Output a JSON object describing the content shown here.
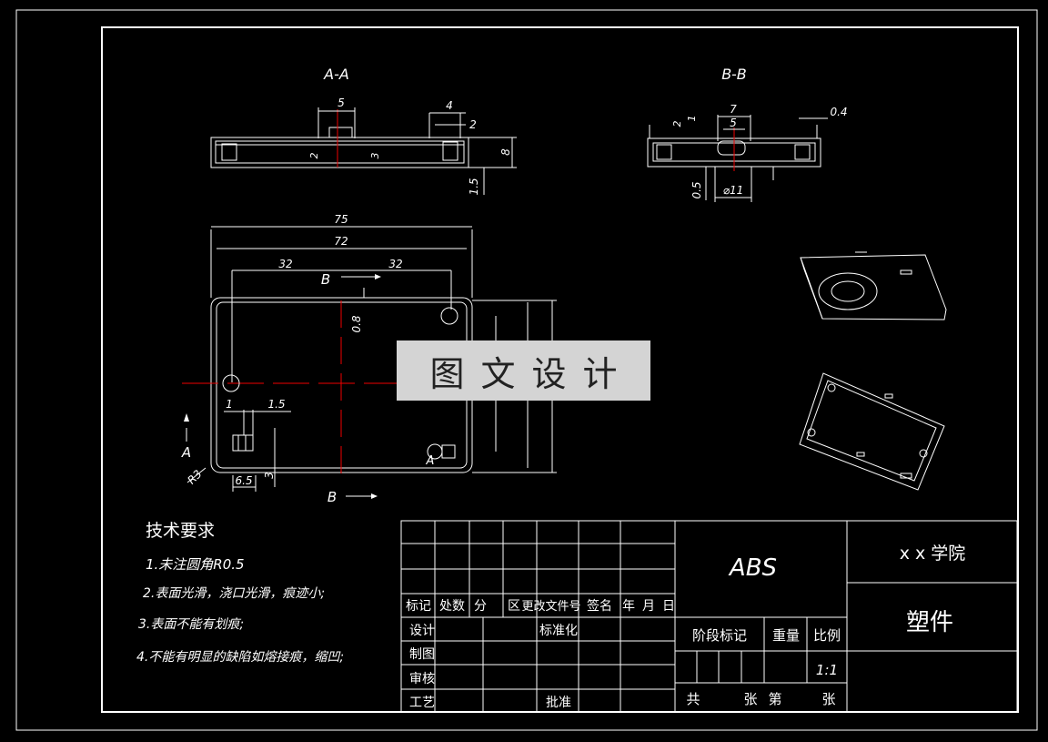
{
  "views": {
    "section_aa_label": "A-A",
    "section_bb_label": "B-B",
    "aa_dims": {
      "d5": "5",
      "d4": "4",
      "d2": "2",
      "d8": "8",
      "d15": "1.5",
      "d2b": "2",
      "d3": "3"
    },
    "bb_dims": {
      "d7": "7",
      "d5": "5",
      "d04": "0.4",
      "d2": "2",
      "d1": "1",
      "d05": "0.5",
      "d11": "⌀11"
    },
    "plan_dims": {
      "d75": "75",
      "d72": "72",
      "d32a": "32",
      "d32b": "32",
      "d08": "0.8",
      "d1": "1",
      "d15": "1.5",
      "d65": "6.5",
      "d3": "3",
      "r3": "R3"
    },
    "plan_marks": {
      "b_top": "B",
      "b_bottom": "B",
      "a_left": "A",
      "a_right": "A"
    }
  },
  "tech_requirements": {
    "title": "技术要求",
    "items": [
      "1.未注圆角R0.5",
      "2.表面光滑，浇口光滑，痕迹小;",
      "3.表面不能有划痕;",
      "4.不能有明显的缺陷如熔接痕，缩凹;"
    ]
  },
  "title_block": {
    "rev_headers": [
      "标记",
      "处数",
      "分",
      "区",
      "更改文件号",
      "签名",
      "年",
      "月",
      "日"
    ],
    "roles": {
      "design": "设计",
      "standard": "标准化",
      "draw": "制图",
      "review": "审核",
      "process": "工艺",
      "approve": "批准"
    },
    "material": "ABS",
    "school": "x x 学院",
    "part_name": "塑件",
    "stage_mark": "阶段标记",
    "weight": "重量",
    "scale_label": "比例",
    "scale_value": "1:1",
    "sheets_total_label": "共",
    "sheets_unit1": "张",
    "sheet_no_label": "第",
    "sheets_unit2": "张"
  },
  "watermark": "图文设计"
}
